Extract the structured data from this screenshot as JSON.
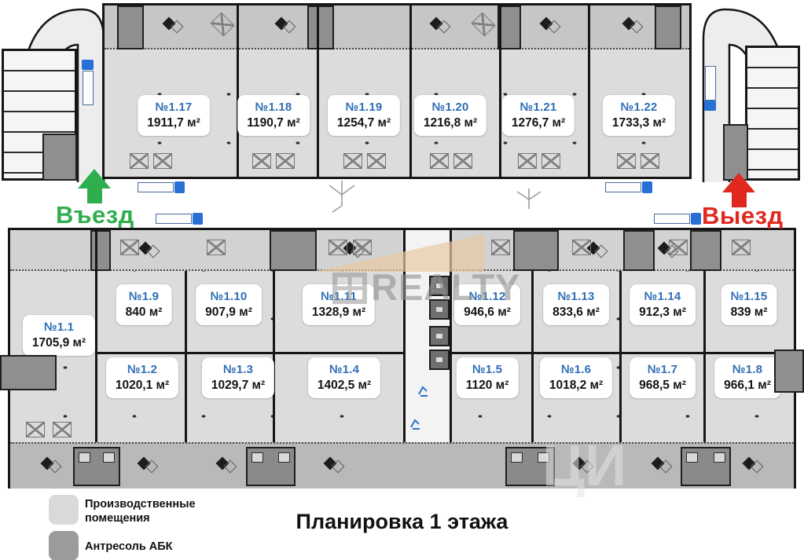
{
  "title": "Планировка 1 этажа",
  "corridor": {
    "entrance_label": "Въезд",
    "exit_label": "Выезд"
  },
  "legend": {
    "items": [
      {
        "label": "Производственные помещения",
        "color": "#d9d9d9"
      },
      {
        "label": "Антресоль АБК",
        "color": "#9b9b9b"
      }
    ]
  },
  "watermark": {
    "brand": "REALTY",
    "partial": "ЦИ"
  },
  "units": {
    "top_row": [
      {
        "number": "№1.17",
        "area": "1911,7 м²"
      },
      {
        "number": "№1.18",
        "area": "1190,7 м²"
      },
      {
        "number": "№1.19",
        "area": "1254,7 м²"
      },
      {
        "number": "№1.20",
        "area": "1216,8 м²"
      },
      {
        "number": "№1.21",
        "area": "1276,7 м²"
      },
      {
        "number": "№1.22",
        "area": "1733,3 м²"
      }
    ],
    "left_unit": {
      "number": "№1.1",
      "area": "1705,9 м²"
    },
    "row1": [
      {
        "number": "№1.9",
        "area": "840 м²"
      },
      {
        "number": "№1.10",
        "area": "907,9 м²"
      },
      {
        "number": "№1.11",
        "area": "1328,9 м²"
      },
      {
        "number": "№1.12",
        "area": "946,6 м²"
      },
      {
        "number": "№1.13",
        "area": "833,6 м²"
      },
      {
        "number": "№1.14",
        "area": "912,3 м²"
      },
      {
        "number": "№1.15",
        "area": "839 м²"
      }
    ],
    "row2": [
      {
        "number": "№1.2",
        "area": "1020,1 м²"
      },
      {
        "number": "№1.3",
        "area": "1029,7 м²"
      },
      {
        "number": "№1.4",
        "area": "1402,5 м²"
      },
      {
        "number": "№1.5",
        "area": "1120 м²"
      },
      {
        "number": "№1.6",
        "area": "1018,2 м²"
      },
      {
        "number": "№1.7",
        "area": "968,5 м²"
      },
      {
        "number": "№1.8",
        "area": "966,1 м²"
      }
    ]
  },
  "colors": {
    "production_fill": "#dcdcdc",
    "mezzanine_fill": "#9b9b9b",
    "unit_number_blue": "#2f6eb5",
    "entrance_green": "#2fae4e",
    "exit_red": "#e0281f",
    "truck_blue": "#2970d6"
  }
}
